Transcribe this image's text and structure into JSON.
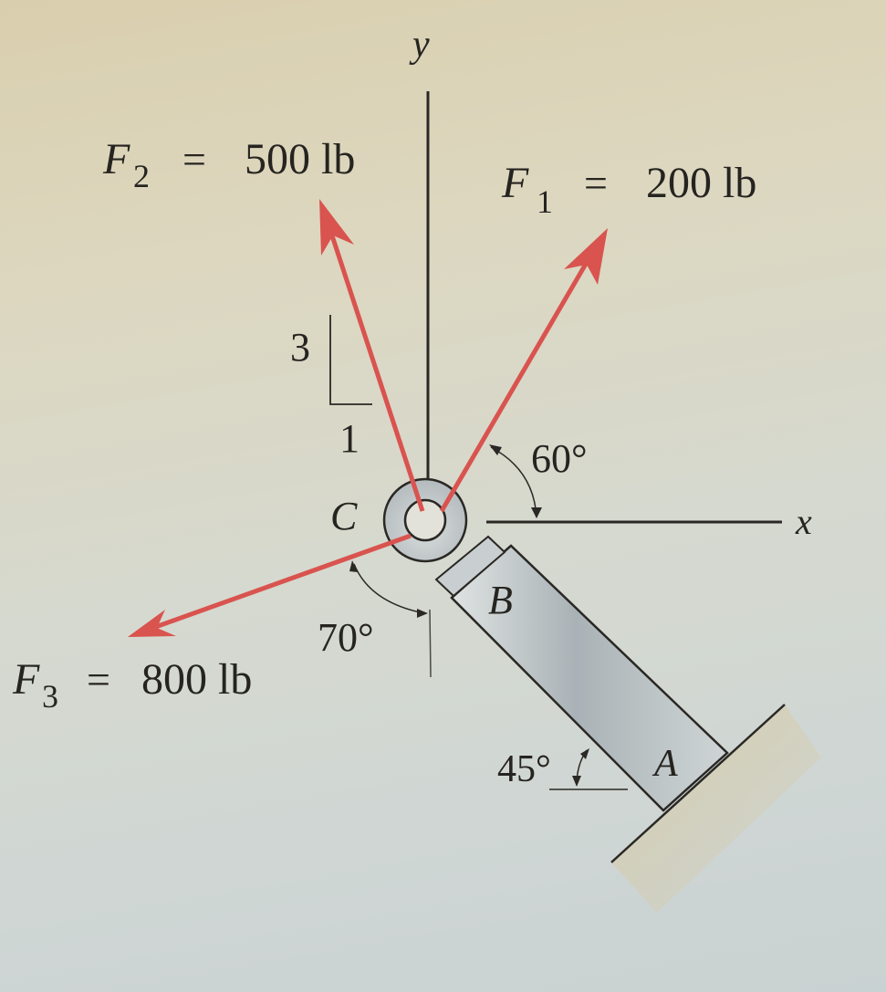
{
  "diagram": {
    "axes": {
      "y_label": "y",
      "x_label": "x"
    },
    "forces": [
      {
        "id": "F1",
        "symbol": "F",
        "subscript": "1",
        "equals": "=",
        "magnitude": "200 lb",
        "angle_label": "60°",
        "angle_reference": "x-axis"
      },
      {
        "id": "F2",
        "symbol": "F",
        "subscript": "2",
        "equals": "=",
        "magnitude": "500 lb",
        "slope_rise": "3",
        "slope_run": "1"
      },
      {
        "id": "F3",
        "symbol": "F",
        "subscript": "3",
        "equals": "=",
        "magnitude": "800 lb",
        "angle_label": "70°",
        "angle_reference": "negative y-axis"
      }
    ],
    "points": {
      "C": "C",
      "B": "B",
      "A": "A"
    },
    "member_angle_label": "45°",
    "colors": {
      "force_arrow": "#d9534f",
      "line": "#2a2824",
      "member_fill": "#b9c1c3",
      "ring_fill": "#c4cacb"
    }
  }
}
